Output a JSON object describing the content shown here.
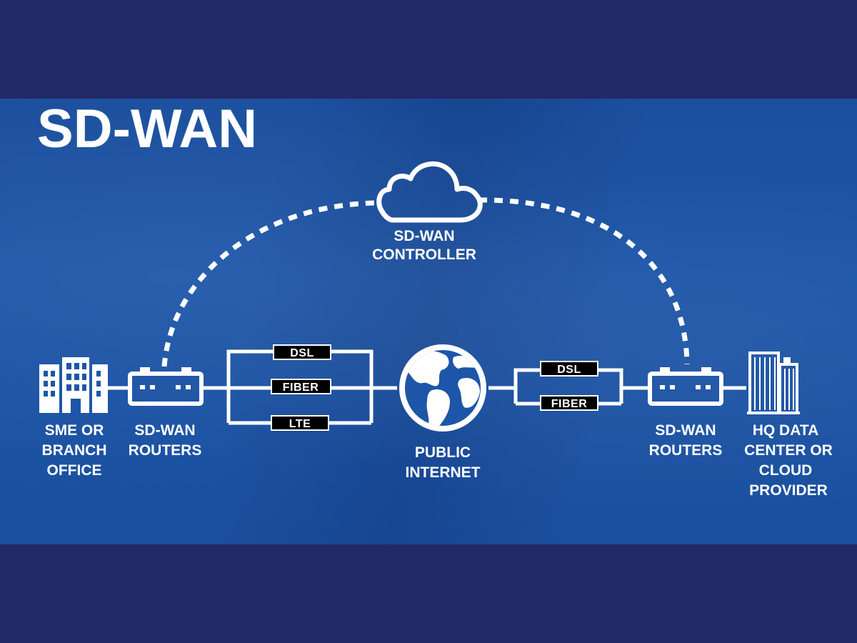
{
  "title": "SD-WAN",
  "colors": {
    "frame": "#232866",
    "background": "#1d56a8",
    "line": "#ffffff",
    "tag_fill": "#000000"
  },
  "controller": {
    "icon": "cloud-icon",
    "label_line1": "SD-WAN",
    "label_line2": "CONTROLLER"
  },
  "branch": {
    "icon": "office-building-icon",
    "label_lines": [
      "SME OR",
      "BRANCH",
      "OFFICE"
    ]
  },
  "left_router": {
    "icon": "router-icon",
    "label_lines": [
      "SD-WAN",
      "ROUTERS"
    ]
  },
  "left_links": [
    "DSL",
    "FIBER",
    "LTE"
  ],
  "internet": {
    "icon": "globe-icon",
    "label_lines": [
      "PUBLIC",
      "INTERNET"
    ]
  },
  "right_links": [
    "DSL",
    "FIBER"
  ],
  "right_router": {
    "icon": "router-icon",
    "label_lines": [
      "SD-WAN",
      "ROUTERS"
    ]
  },
  "hq": {
    "icon": "skyscraper-icon",
    "label_lines": [
      "HQ DATA",
      "CENTER OR",
      "CLOUD",
      "PROVIDER"
    ]
  }
}
